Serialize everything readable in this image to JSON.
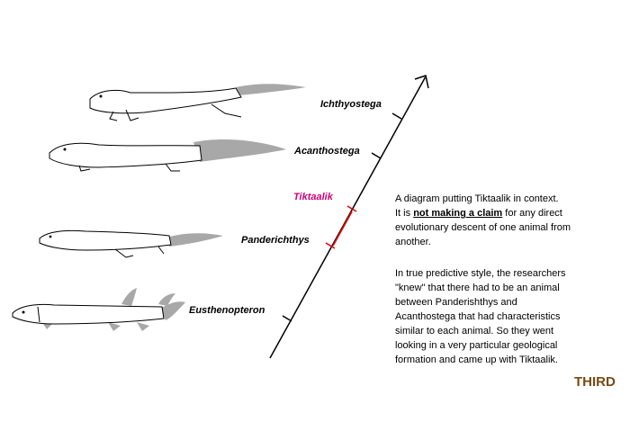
{
  "labels": {
    "ichthyostega": "Ichthyostega",
    "acanthostega": "Acanthostega",
    "tiktaalik": "Tiktaalik",
    "panderichthys": "Panderichthys",
    "eusthenopteron": "Eusthenopteron"
  },
  "caption": {
    "line1": "A diagram putting Tiktaalik in context.",
    "it_is": "It is",
    "claim": "not making a claim",
    "rest1": "for any direct",
    "rest2": "evolutionary descent of one animal from",
    "rest3": "another."
  },
  "paragraph": {
    "l1": "In true predictive style, the researchers",
    "l2": "\"knew\" that there had to be an animal",
    "l3": "between Panderishthys and",
    "l4": "Acanthostega that had characteristics",
    "l5": "similar to each animal. So they went",
    "l6": "looking in a very particular geological",
    "l7": "formation and came up with Tiktaalik."
  },
  "stamp": "THIRD",
  "colors": {
    "tiktaalik_label": "#cc0077",
    "tiktaalik_segment": "#dd0000",
    "fin": "#a8a8a8",
    "stamp": "#7a4a12"
  }
}
